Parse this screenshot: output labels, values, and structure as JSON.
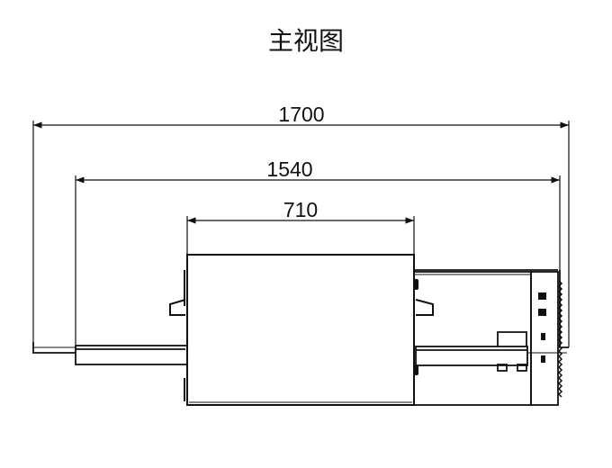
{
  "title": "主视图",
  "dimensions": {
    "overall_length": "1700",
    "conveyor_length": "1540",
    "chamber_width": "710"
  },
  "colors": {
    "line": "#111111",
    "background": "#ffffff"
  }
}
